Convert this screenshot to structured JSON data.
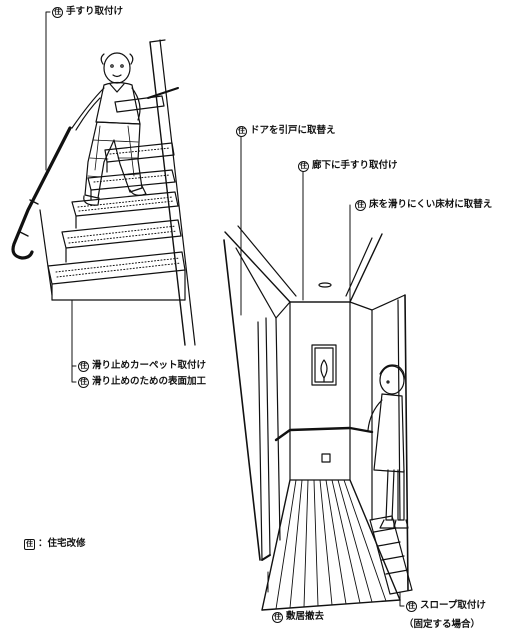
{
  "marker_glyph": "住",
  "labels": {
    "handrail_stairs": "手すり取付け",
    "door_to_sliding": "ドアを引戸に取替え",
    "handrail_corridor": "廊下に手すり取付け",
    "floor_replace": "床を滑りにくい床材に取替え",
    "nonslip_carpet": "滑り止めカーペット取付け",
    "nonslip_surface": "滑り止めのための表面加工",
    "threshold_removal": "敷居撤去",
    "slope_install": "スロープ取付け",
    "slope_note": "（固定する場合）"
  },
  "legend": {
    "text": "：住宅改修"
  }
}
